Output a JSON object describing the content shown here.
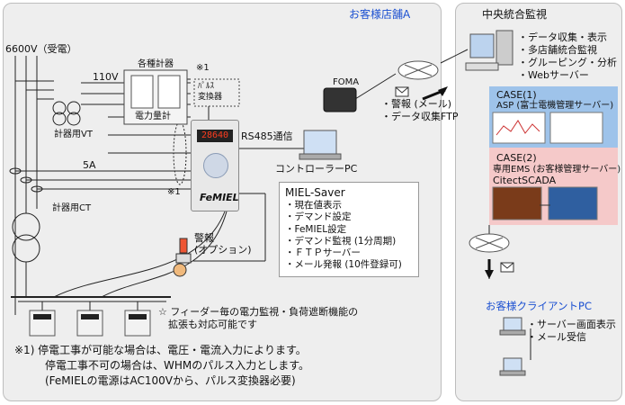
{
  "panel_a": {
    "title": "お客様店舗A"
  },
  "panel_c": {
    "title": "中央統合監視"
  },
  "left": {
    "voltage": "6600V（受電）",
    "v110": "110V",
    "meters": "各種計器",
    "power_meter": "電力量計",
    "vt": "計器用VT",
    "ct": "計器用CT",
    "amp": "5A",
    "note1_top": "※1",
    "note1_mid": "※1",
    "pulse_conv": "ﾊﾟﾙｽ\n変換器",
    "rs485": "RS485通信",
    "femiel": "FeMIEL",
    "femiel_display": "28640",
    "alarm": "警報\n(オプション)",
    "feeder_note": "☆ フィーダー毎の電力監視・負荷遮断機能の\n　拡張も対応可能です"
  },
  "foma": {
    "label": "FOMA"
  },
  "controller_pc": {
    "label": "コントローラーPC"
  },
  "saver": {
    "title": "MIEL-Saver",
    "items": [
      "・現在値表示",
      "・デマンド設定",
      "・FeMIEL設定",
      "・デマンド監視 (1分周期)",
      "・ＦＴＰサーバー",
      "・メール発報 (10件登録可)"
    ]
  },
  "network": {
    "lines": [
      "・警報 (メール)",
      "・データ収集FTP"
    ]
  },
  "central": {
    "features": [
      "・データ収集・表示",
      "・多店舗統合監視",
      "・グルーピング・分析",
      "・Webサーバー"
    ]
  },
  "case1": {
    "title": "CASE(1)",
    "subtitle": "ASP (富士電機管理サーバー)"
  },
  "case2": {
    "title": "CASE(2)",
    "subtitle": "専用EMS (お客様管理サーバー)",
    "product": "CitectSCADA"
  },
  "client": {
    "title": "お客様クライアントPC",
    "items": [
      "・サーバー画面表示",
      "・メール受信"
    ]
  },
  "footnote": {
    "lines": [
      "※1) 停電工事が可能な場合は、電圧・電流入力によります。",
      "停電工事不可の場合は、WHMのパルス入力とします。",
      "(FeMIELの電源はAC100Vから、パルス変換器必要)"
    ]
  },
  "colors": {
    "accent": "#1a4fd1",
    "case1_bg": "#9ec3ea",
    "case2_bg": "#f5c9c9",
    "panel_bg": "#eeeeee"
  }
}
